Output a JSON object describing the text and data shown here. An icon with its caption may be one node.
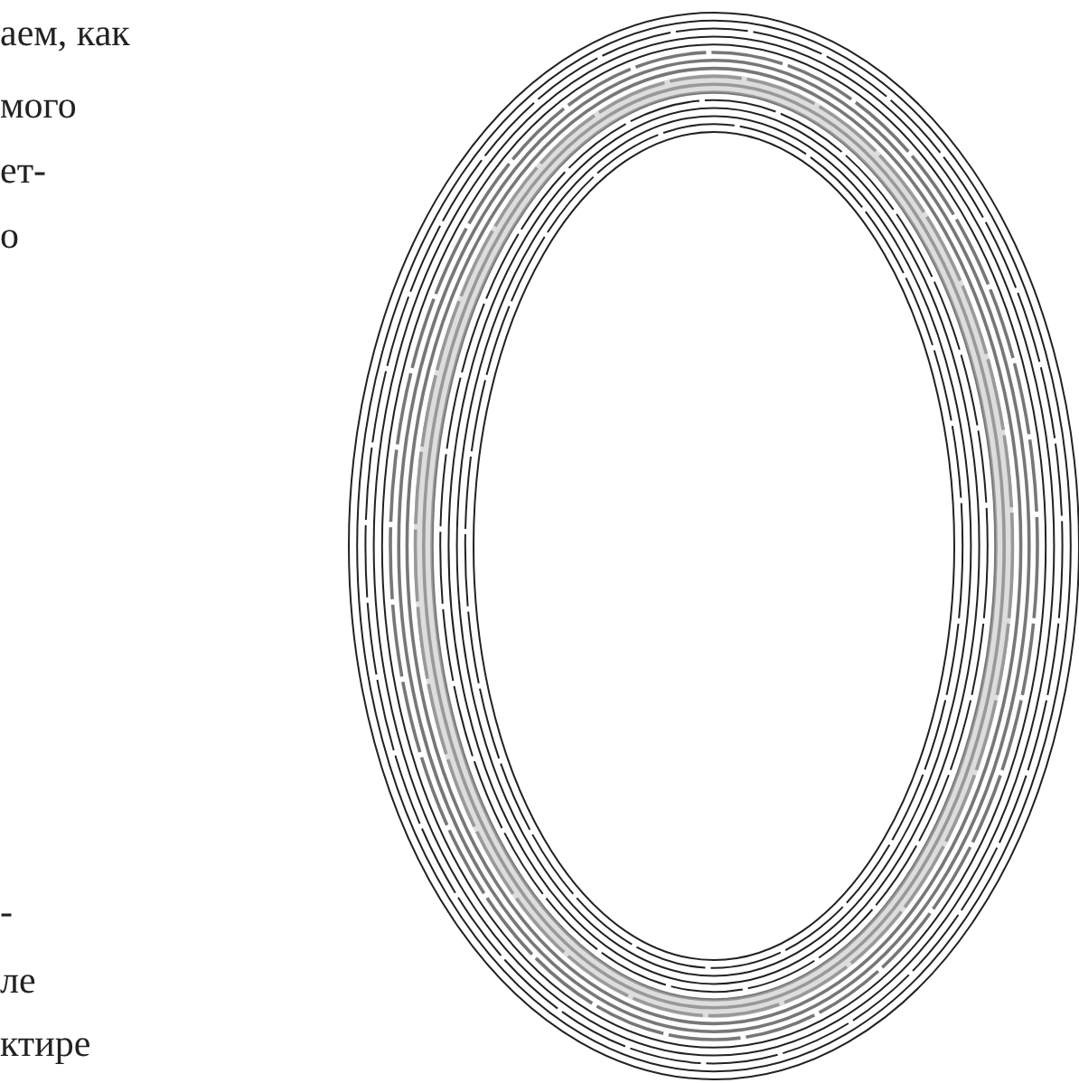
{
  "diagram": {
    "labels": [
      "аем, как",
      "мого",
      "ет-",
      "о",
      "-",
      "ле",
      "ктире"
    ]
  }
}
